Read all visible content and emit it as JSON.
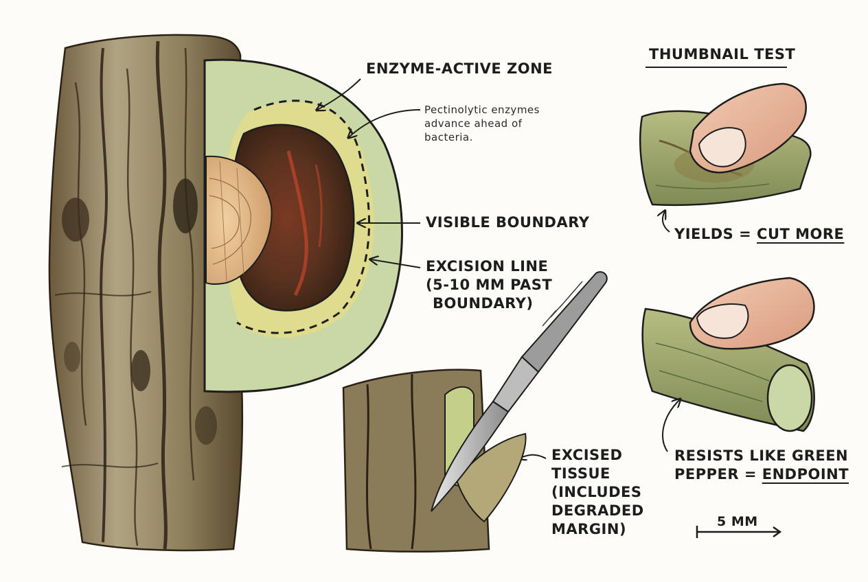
{
  "title": "THUMBNAIL TEST",
  "callouts": {
    "enzyme_zone": "ENZYME-ACTIVE ZONE",
    "enzyme_note": [
      "Pectinolytic enzymes",
      "advance ahead of",
      "bacteria."
    ],
    "visible_boundary": "VISIBLE BOUNDARY",
    "excision_line": [
      "EXCISION LINE",
      "(5-10 MM PAST",
      "BOUNDARY)"
    ],
    "excised_tissue": [
      "EXCISED",
      "TISSUE",
      "(INCLUDES",
      "DEGRADED",
      "MARGIN)"
    ]
  },
  "test_results": {
    "yields_prefix": "YIELDS = ",
    "yields_result": "CUT MORE",
    "resists_line1": "RESISTS LIKE GREEN",
    "resists_prefix": "PEPPER = ",
    "resists_result": "ENDPOINT"
  },
  "scale_bar": {
    "label": "5 MM"
  },
  "colors": {
    "bark_dark": "#4a3b26",
    "bark_light": "#a79b78",
    "healthy_tissue": "#c9d8a4",
    "enzyme_zone": "#e3dc8c",
    "lesion": "#5a3220",
    "lesion_red": "#c0442a",
    "wood_core": "#e2bc8c",
    "skin": "#e9b99e",
    "ink": "#1d1d1d"
  }
}
